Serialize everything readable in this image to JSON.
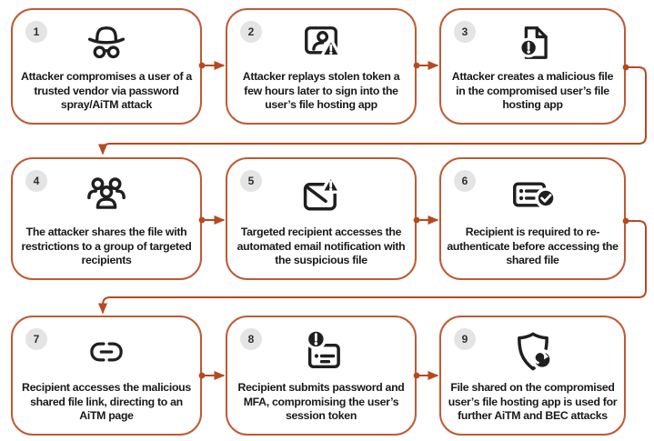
{
  "colors": {
    "accent_arrow": "#B9481F",
    "box_border": "#C05A33",
    "icon": "#1F1F1F",
    "badge_background": "#E4E4E4",
    "background": "#FFFFFF"
  },
  "diagram": {
    "steps": [
      {
        "number": "1",
        "icon": "spy-icon",
        "text": "Attacker compromises a user of a trusted vendor via password spray/AiTM attack"
      },
      {
        "number": "2",
        "icon": "account-warning-icon",
        "text": "Attacker replays stolen token a few hours later to sign into the user’s file hosting app"
      },
      {
        "number": "3",
        "icon": "malicious-file-icon",
        "text": "Attacker creates a malicious file in the compromised user’s file hosting app"
      },
      {
        "number": "4",
        "icon": "people-group-icon",
        "text": "The attacker shares the file with restrictions to a group of targeted recipients"
      },
      {
        "number": "5",
        "icon": "email-warning-icon",
        "text": "Targeted recipient accesses the automated email notification with the suspicious file"
      },
      {
        "number": "6",
        "icon": "id-card-check-icon",
        "text": "Recipient is required to re-authenticate before accessing the shared file"
      },
      {
        "number": "7",
        "icon": "link-icon",
        "text": "Recipient accesses the malicious shared file link, directing to an AiTM page"
      },
      {
        "number": "8",
        "icon": "id-card-warning-icon",
        "text": "Recipient submits password and MFA, compromising the user’s session token"
      },
      {
        "number": "9",
        "icon": "shield-redirect-icon",
        "text": "File shared on the compromised user’s file hosting app is used for further AiTM and BEC attacks"
      }
    ]
  }
}
